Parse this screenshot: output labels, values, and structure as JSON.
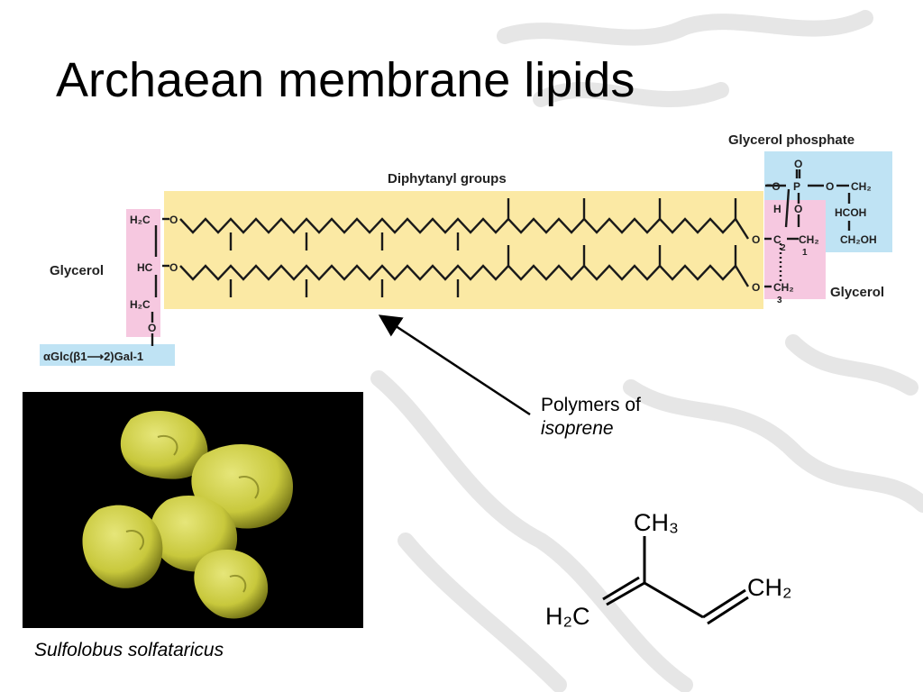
{
  "slide": {
    "title": "Archaean membrane lipids",
    "caption": "Sulfolobus solfataricus",
    "polymers_label_line1": "Polymers of",
    "polymers_label_line2": "isoprene"
  },
  "diagram": {
    "diphytanyl_label": "Diphytanyl groups",
    "glycerol_phosphate_label": "Glycerol phosphate",
    "glycerol_left_label": "Glycerol",
    "glycerol_right_label": "Glycerol",
    "sugar_label": "αGlc(β1⟶2)Gal-1",
    "left_atoms": {
      "h2c_top": "H₂C",
      "o1": "O",
      "hc": "HC",
      "o2": "O",
      "h2c_bottom": "H₂C",
      "o3": "O"
    },
    "right_atoms": {
      "o_top": "O",
      "o_minus": "⁻O",
      "p": "P",
      "o_link": "O",
      "ch2_top": "CH₂",
      "o_mid": "O",
      "hcoh": "HCOH",
      "ch2oh": "CH₂OH",
      "h": "H",
      "o_left1": "O",
      "c2": "C",
      "sub2": "2",
      "ch2_c1": "CH₂",
      "sub1": "1",
      "o_left2": "O",
      "ch2_c3": "CH₂",
      "sub3": "3"
    },
    "colors": {
      "yellow_band": "#fbe9a4",
      "pink_box": "#f6c8e0",
      "blue_box": "#bfe3f4"
    }
  },
  "isoprene": {
    "ch3": "CH₃",
    "h2c": "H₂C",
    "ch2": "CH₂"
  },
  "photo": {
    "background": "#000000",
    "cell_color": "#c8c83c"
  }
}
